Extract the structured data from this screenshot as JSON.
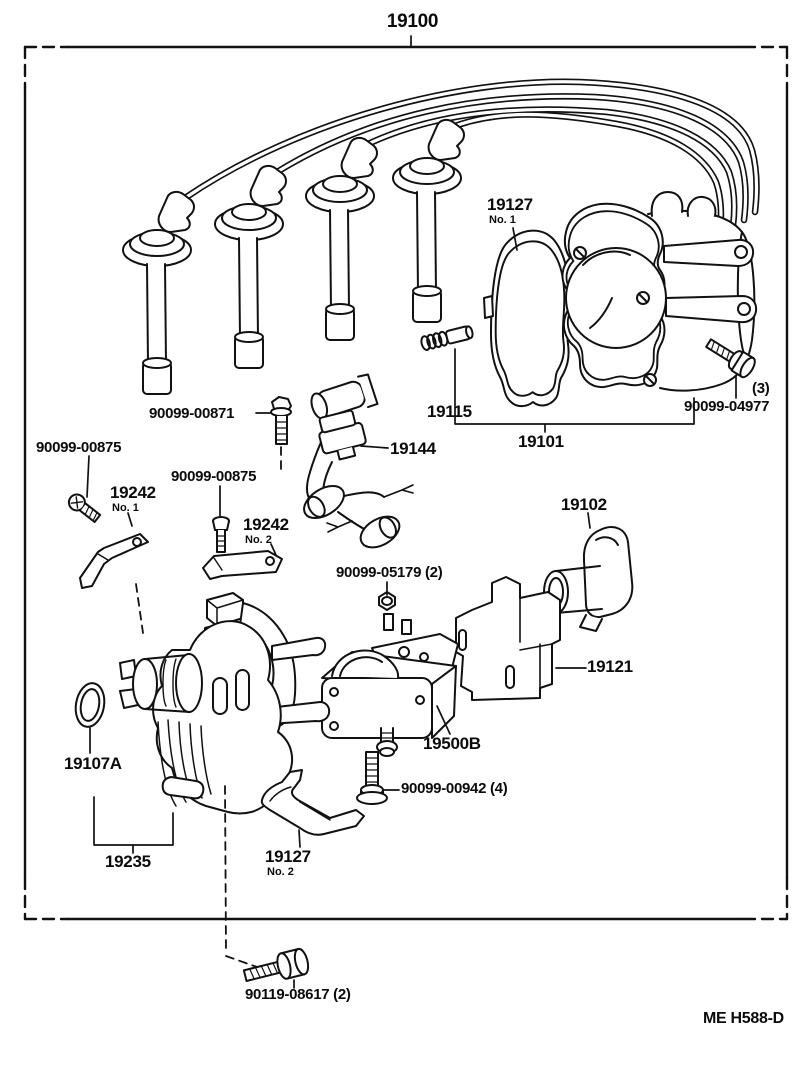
{
  "diagram": {
    "title": "19100",
    "figure_code": "ME H588-D",
    "parts": [
      {
        "label": "19127",
        "variant": "No. 1"
      },
      {
        "label": "90099-04977",
        "qty": "(3)"
      },
      {
        "label": "19115"
      },
      {
        "label": "19101"
      },
      {
        "label": "90099-00871"
      },
      {
        "label": "19144"
      },
      {
        "label": "90099-00875"
      },
      {
        "label": "19242",
        "variant": "No. 1"
      },
      {
        "label": "90099-00875"
      },
      {
        "label": "19242",
        "variant": "No. 2"
      },
      {
        "label": "90099-05179 (2)"
      },
      {
        "label": "19102"
      },
      {
        "label": "19121"
      },
      {
        "label": "19500B"
      },
      {
        "label": "19107A"
      },
      {
        "label": "19235"
      },
      {
        "label": "19127",
        "variant": "No. 2"
      },
      {
        "label": "90099-00942 (4)"
      },
      {
        "label": "90119-08617 (2)"
      }
    ]
  }
}
